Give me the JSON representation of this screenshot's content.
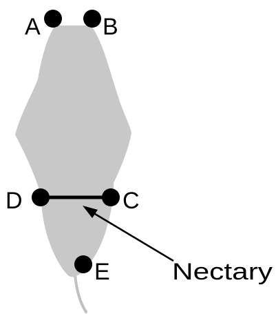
{
  "labels": {
    "a": "A",
    "b": "B",
    "c": "C",
    "d": "D",
    "e": "E",
    "nectary": "Nectary"
  },
  "colors": {
    "petal": "#c8c8c8",
    "stalk": "#c0c0c0",
    "ink": "#000000",
    "background": "#ffffff"
  }
}
